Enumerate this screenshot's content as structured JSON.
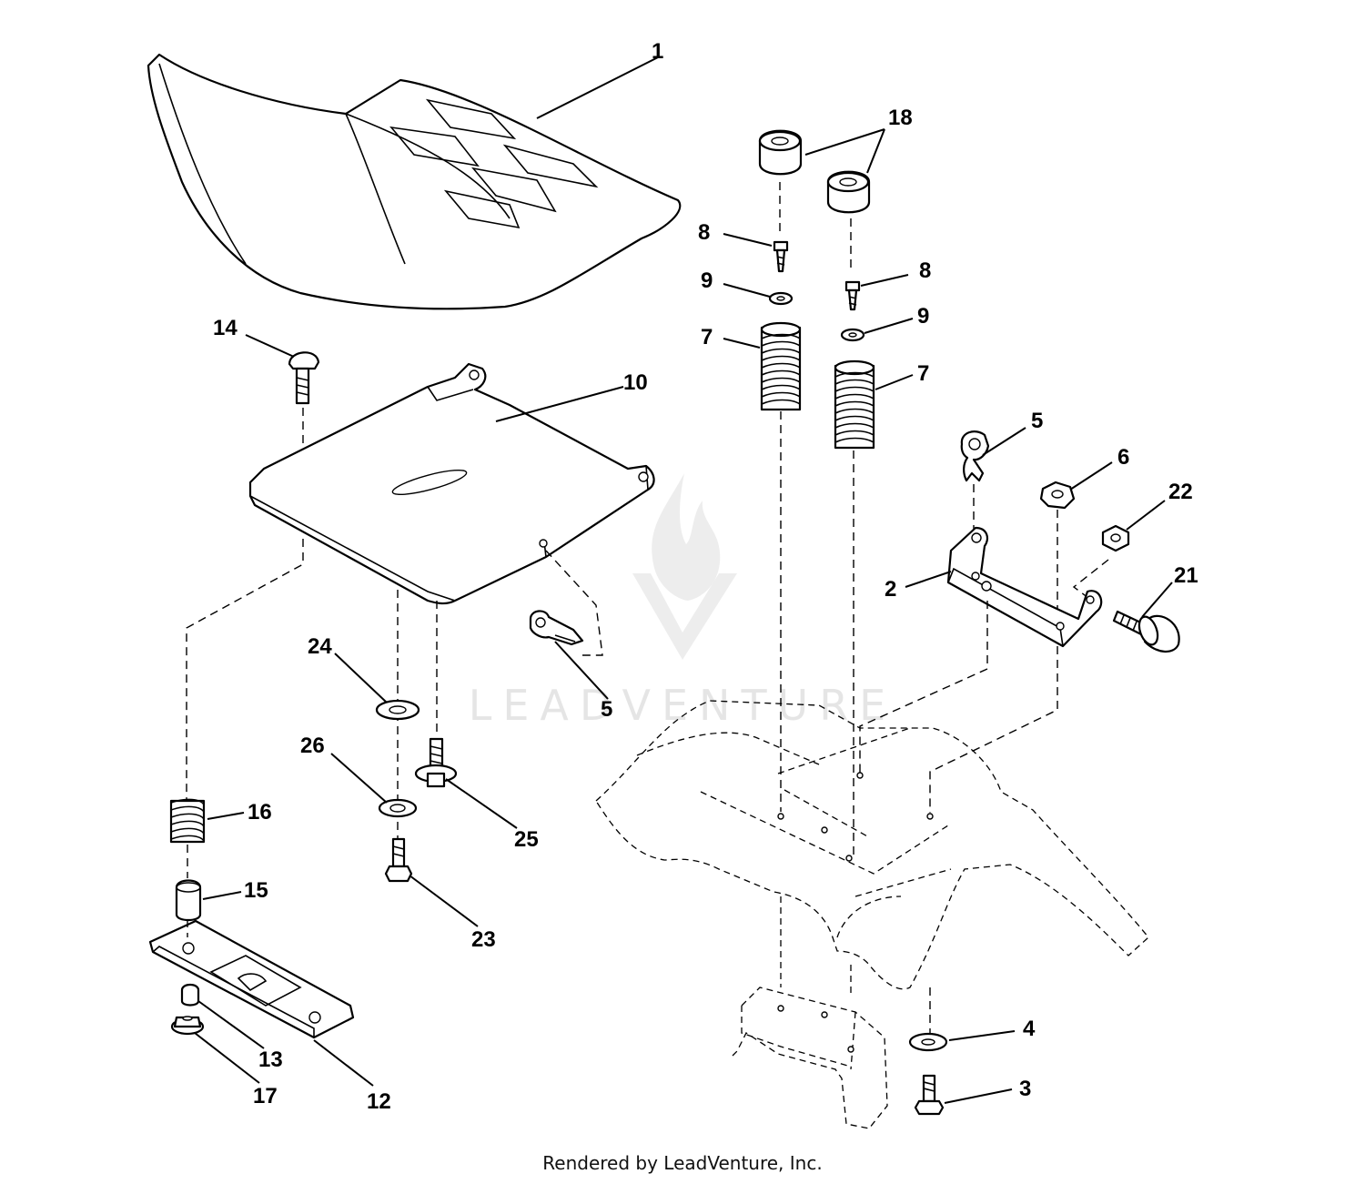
{
  "footer": {
    "credit": "Rendered by LeadVenture, Inc."
  },
  "watermark": {
    "text": "LEADVENTURE"
  },
  "callouts": {
    "p1": "1",
    "p2": "2",
    "p3": "3",
    "p4": "4",
    "p5a": "5",
    "p5b": "5",
    "p6": "6",
    "p7a": "7",
    "p7b": "7",
    "p8a": "8",
    "p8b": "8",
    "p9a": "9",
    "p9b": "9",
    "p10": "10",
    "p12": "12",
    "p13": "13",
    "p14": "14",
    "p15": "15",
    "p16": "16",
    "p17": "17",
    "p18": "18",
    "p21": "21",
    "p22": "22",
    "p23": "23",
    "p24": "24",
    "p25": "25",
    "p26": "26"
  },
  "icons": {
    "watermark_logo": "flame-v-logo"
  },
  "colors": {
    "line": "#000000",
    "background": "#ffffff"
  }
}
